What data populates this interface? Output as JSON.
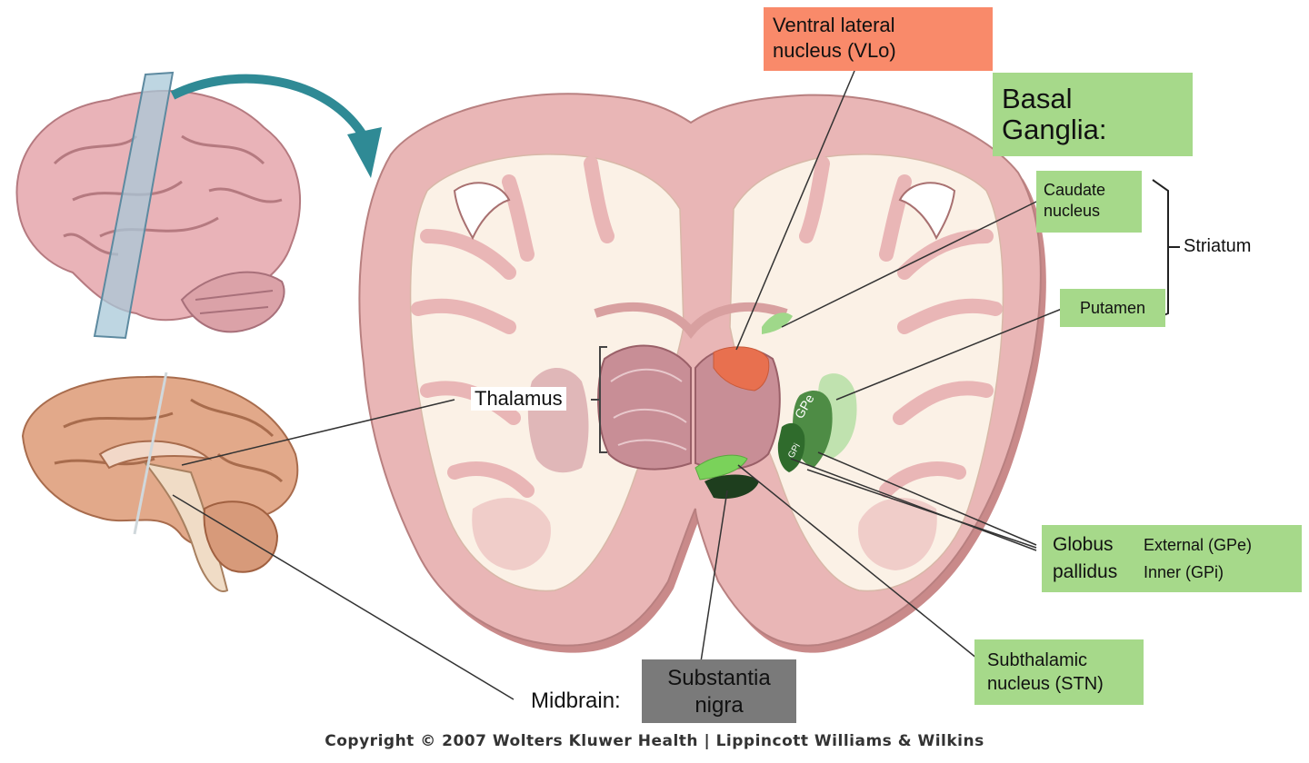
{
  "labels": {
    "vlo": "Ventral lateral nucleus (VLo)",
    "vlo_line1": "Ventral lateral",
    "vlo_line2": "nucleus (VLo)",
    "basal_line1": "Basal",
    "basal_line2": "Ganglia:",
    "caudate_line1": "Caudate",
    "caudate_line2": "nucleus",
    "striatum": "Striatum",
    "putamen": "Putamen",
    "thalamus": "Thalamus",
    "gpe": "GPe",
    "gpi": "GPi",
    "globus_line1": "Globus",
    "globus_line2": "pallidus",
    "external": "External (GPe)",
    "inner": "Inner (GPi)",
    "stn_line1": "Subthalamic",
    "stn_line2": "nucleus (STN)",
    "midbrain": "Midbrain:",
    "sn_line1": "Substantia",
    "sn_line2": "nigra",
    "copyright": "Copyright © 2007 Wolters Kluwer Health | Lippincott Williams & Wilkins"
  },
  "colors": {
    "vlo_box": "#f98a6a",
    "vlo_region": "#e8704f",
    "green_box": "#a6d98a",
    "gray_box": "#7a7a7a",
    "brain_pink": "#e9b3b3",
    "white_matter": "#fbf1e6",
    "arrow_teal": "#2f8a95",
    "gpe_green": "#4e8c45",
    "gpi_green": "#2f6b2c",
    "stn_green": "#7ad25a",
    "sn_dark": "#1e3e1e"
  }
}
